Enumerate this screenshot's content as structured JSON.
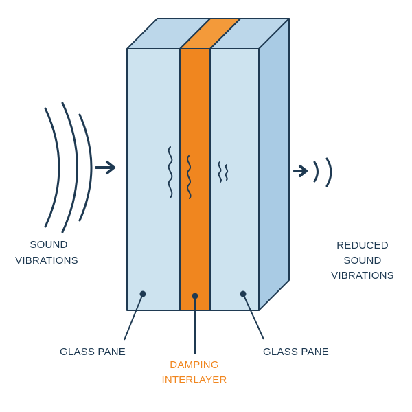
{
  "colors": {
    "outline": "#1f3a52",
    "glass_front": "#cde3ef",
    "glass_side": "#a9cbe4",
    "glass_top": "#bcd7ea",
    "interlayer": "#f0861f",
    "interlayer_top": "#f39a3a",
    "text": "#1f3a52",
    "accent_text": "#f0861f"
  },
  "labels": {
    "sound_vibrations": [
      "SOUND",
      "VIBRATIONS"
    ],
    "reduced_sound_vibrations": [
      "REDUCED",
      "SOUND",
      "VIBRATIONS"
    ],
    "glass_pane_left": "GLASS PANE",
    "glass_pane_right": "GLASS PANE",
    "damping_interlayer": [
      "DAMPING",
      "INTERLAYER"
    ]
  },
  "icons": {
    "incoming_sound": "sound-waves-icon",
    "outgoing_sound": "reduced-sound-waves-icon",
    "arrow": "arrow-right-icon"
  }
}
